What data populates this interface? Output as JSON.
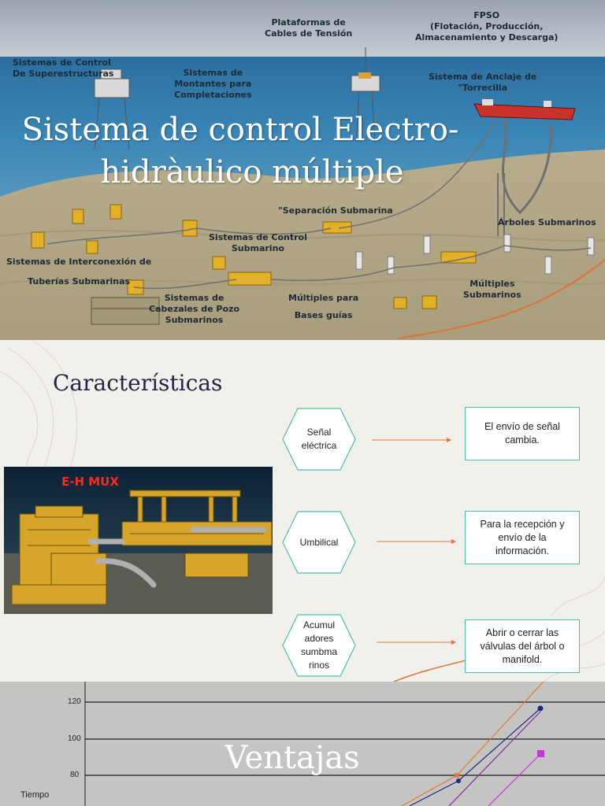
{
  "slide1": {
    "title_line1": "Sistema de control Electro-",
    "title_line2": "hidràulico múltiple",
    "labels": {
      "plataformas": [
        "Plataformas de",
        "Cables de Tensión"
      ],
      "fpso": [
        "FPSO",
        "(Flotación, Producción,",
        "Almacenamiento y Descarga)"
      ],
      "control_super": [
        "Sistemas de Control",
        "De Superestructuras"
      ],
      "montantes": [
        "Sistemas de",
        "Montantes para",
        "Completaciones"
      ],
      "anclaje": [
        "Sistema de Anclaje de",
        "\"Torrecilla"
      ],
      "separacion": "\"Separación Submarina",
      "arboles": "Árboles Submarinos",
      "control_sub": [
        "Sistemas de Control",
        "Submarino"
      ],
      "interconexion": [
        "Sistemas de Interconexión de",
        "Tuberías Submarinas"
      ],
      "multiples_sub": [
        "Múltiples",
        "Submarinos"
      ],
      "multiples_bases": [
        "Múltiples para",
        "Bases guías"
      ],
      "cabezales": [
        "Sistemas de",
        "Cabezales de Pozo",
        "Submarinos"
      ]
    }
  },
  "slide2": {
    "title": "Características",
    "photo_caption": "E-H MUX",
    "rows": [
      {
        "hex": "Señal eléctrica",
        "box": "El envío de señal cambia."
      },
      {
        "hex": "Umbilical",
        "box": "Para la recepción y envío de la información."
      },
      {
        "hex": "Acumul adores sumbma rinos",
        "box": "Abrir o cerrar las válvulas del árbol o manifold."
      }
    ],
    "colors": {
      "accent": "#4dbfa5",
      "arrow": "#e8743b",
      "title": "#27234a"
    }
  },
  "slide3": {
    "title": "Ventajas",
    "y_ticks": [
      "120",
      "100",
      "80"
    ],
    "y_axis_label": "Tiempo"
  }
}
